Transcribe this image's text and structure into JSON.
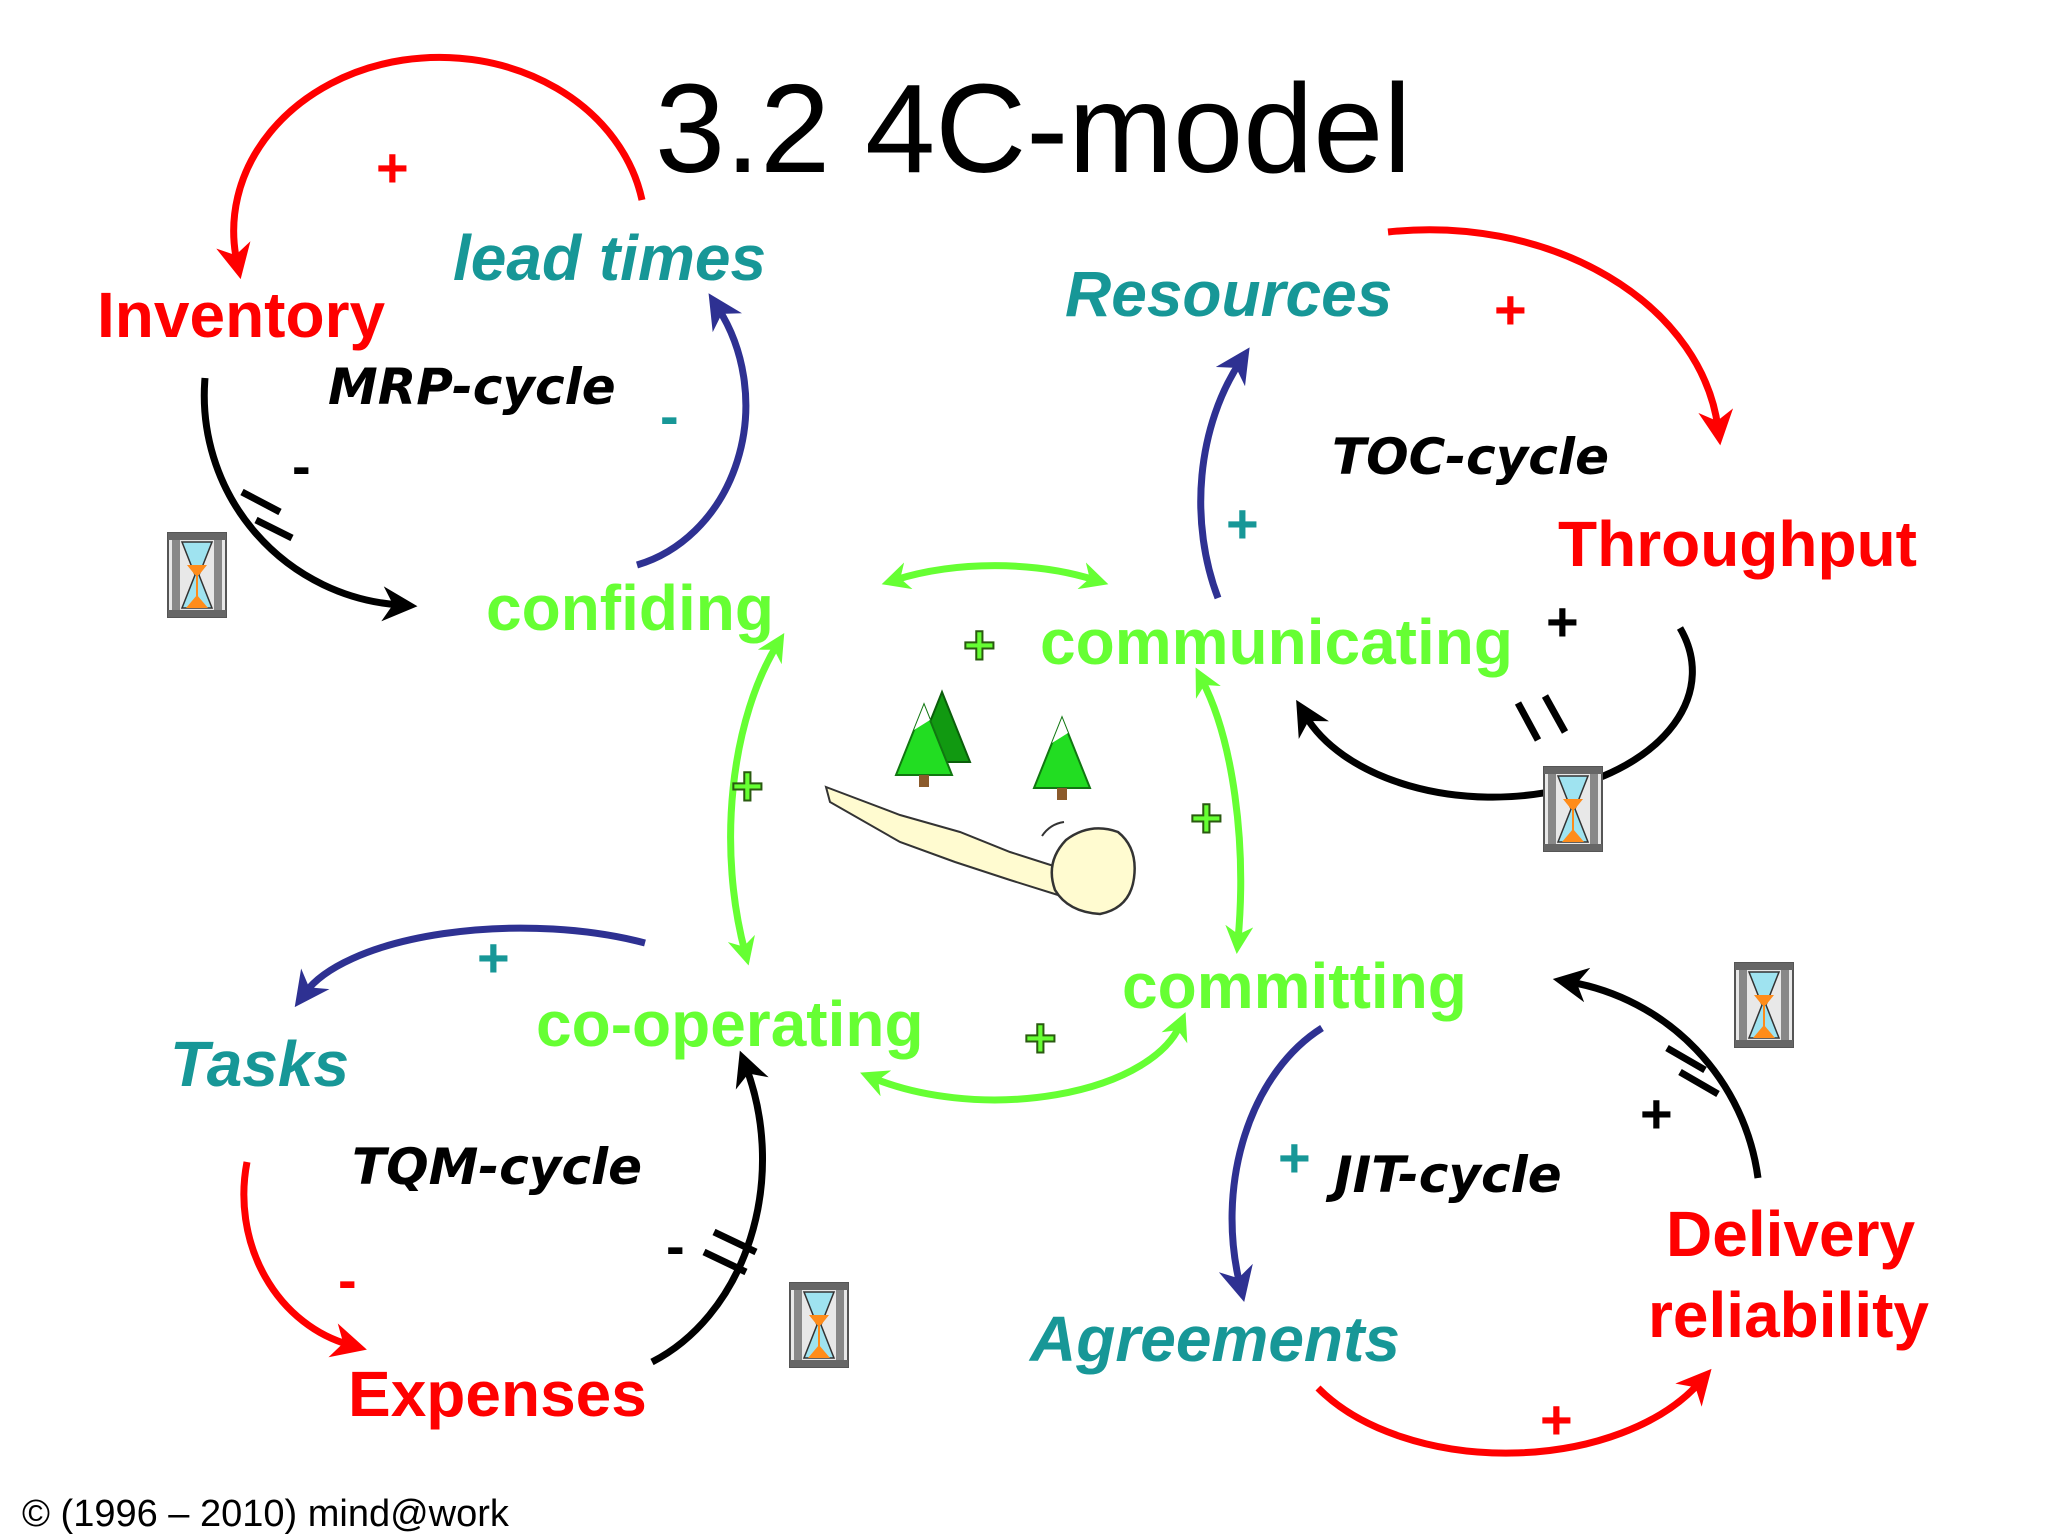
{
  "title": "3.2 4C-model",
  "copyright": "© (1996 – 2010) mind@work",
  "colors": {
    "red": "#ff0000",
    "teal": "#179797",
    "green": "#66ff33",
    "navy": "#2e3192",
    "black": "#000000"
  },
  "core": {
    "confiding": "confiding",
    "communicating": "communicating",
    "co_operating": "co-operating",
    "committing": "committing"
  },
  "cycles": {
    "mrp": {
      "name": "MRP-cycle",
      "inventory": "Inventory",
      "lead_times": "lead times",
      "sign_top": "+",
      "sign_left": "-",
      "sign_right": "-"
    },
    "toc": {
      "name": "TOC-cycle",
      "resources": "Resources",
      "throughput": "Throughput",
      "sign_top": "+",
      "sign_left": "+",
      "sign_right": "+"
    },
    "tqm": {
      "name": "TQM-cycle",
      "tasks": "Tasks",
      "expenses": "Expenses",
      "sign_top": "+",
      "sign_left": "-",
      "sign_right": "-"
    },
    "jit": {
      "name": "JIT-cycle",
      "agreements": "Agreements",
      "delivery": "Delivery",
      "reliability": "reliability",
      "sign_left": "+",
      "sign_bottom": "+",
      "sign_right": "+"
    }
  },
  "core_signs": {
    "top": "+",
    "left": "+",
    "right": "+",
    "bottom": "+"
  },
  "icons": [
    "hourglass-icon",
    "tree-icon",
    "snowball-icon"
  ]
}
